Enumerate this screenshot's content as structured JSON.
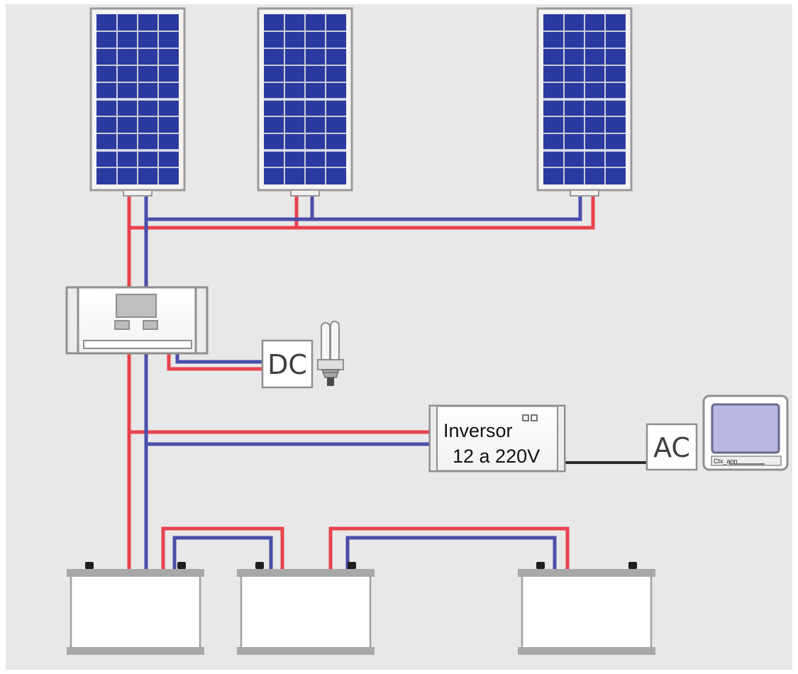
{
  "diagram": {
    "components": {
      "solar_panels": {
        "count": 3
      },
      "charge_controller": {},
      "dc_load": {
        "box_label": "DC",
        "device": "lightbulb-icon"
      },
      "inverter": {
        "label_line1": "Inversor",
        "label_line2": "12 a 220V"
      },
      "ac_load": {
        "box_label": "AC",
        "device": "monitor-icon",
        "brand_text": "Ctx_ann"
      },
      "batteries": {
        "count": 3
      }
    },
    "colors": {
      "background": "#e8e8e8",
      "positive_wire": "#e8424e",
      "negative_wire": "#4a4eaa",
      "panel_cell": "#2b3aa0",
      "panel_grid": "#c8ccdc",
      "device_fill": "#ffffff",
      "device_border": "#8f8f8f",
      "ac_link_wire": "#2a2a2a"
    }
  }
}
